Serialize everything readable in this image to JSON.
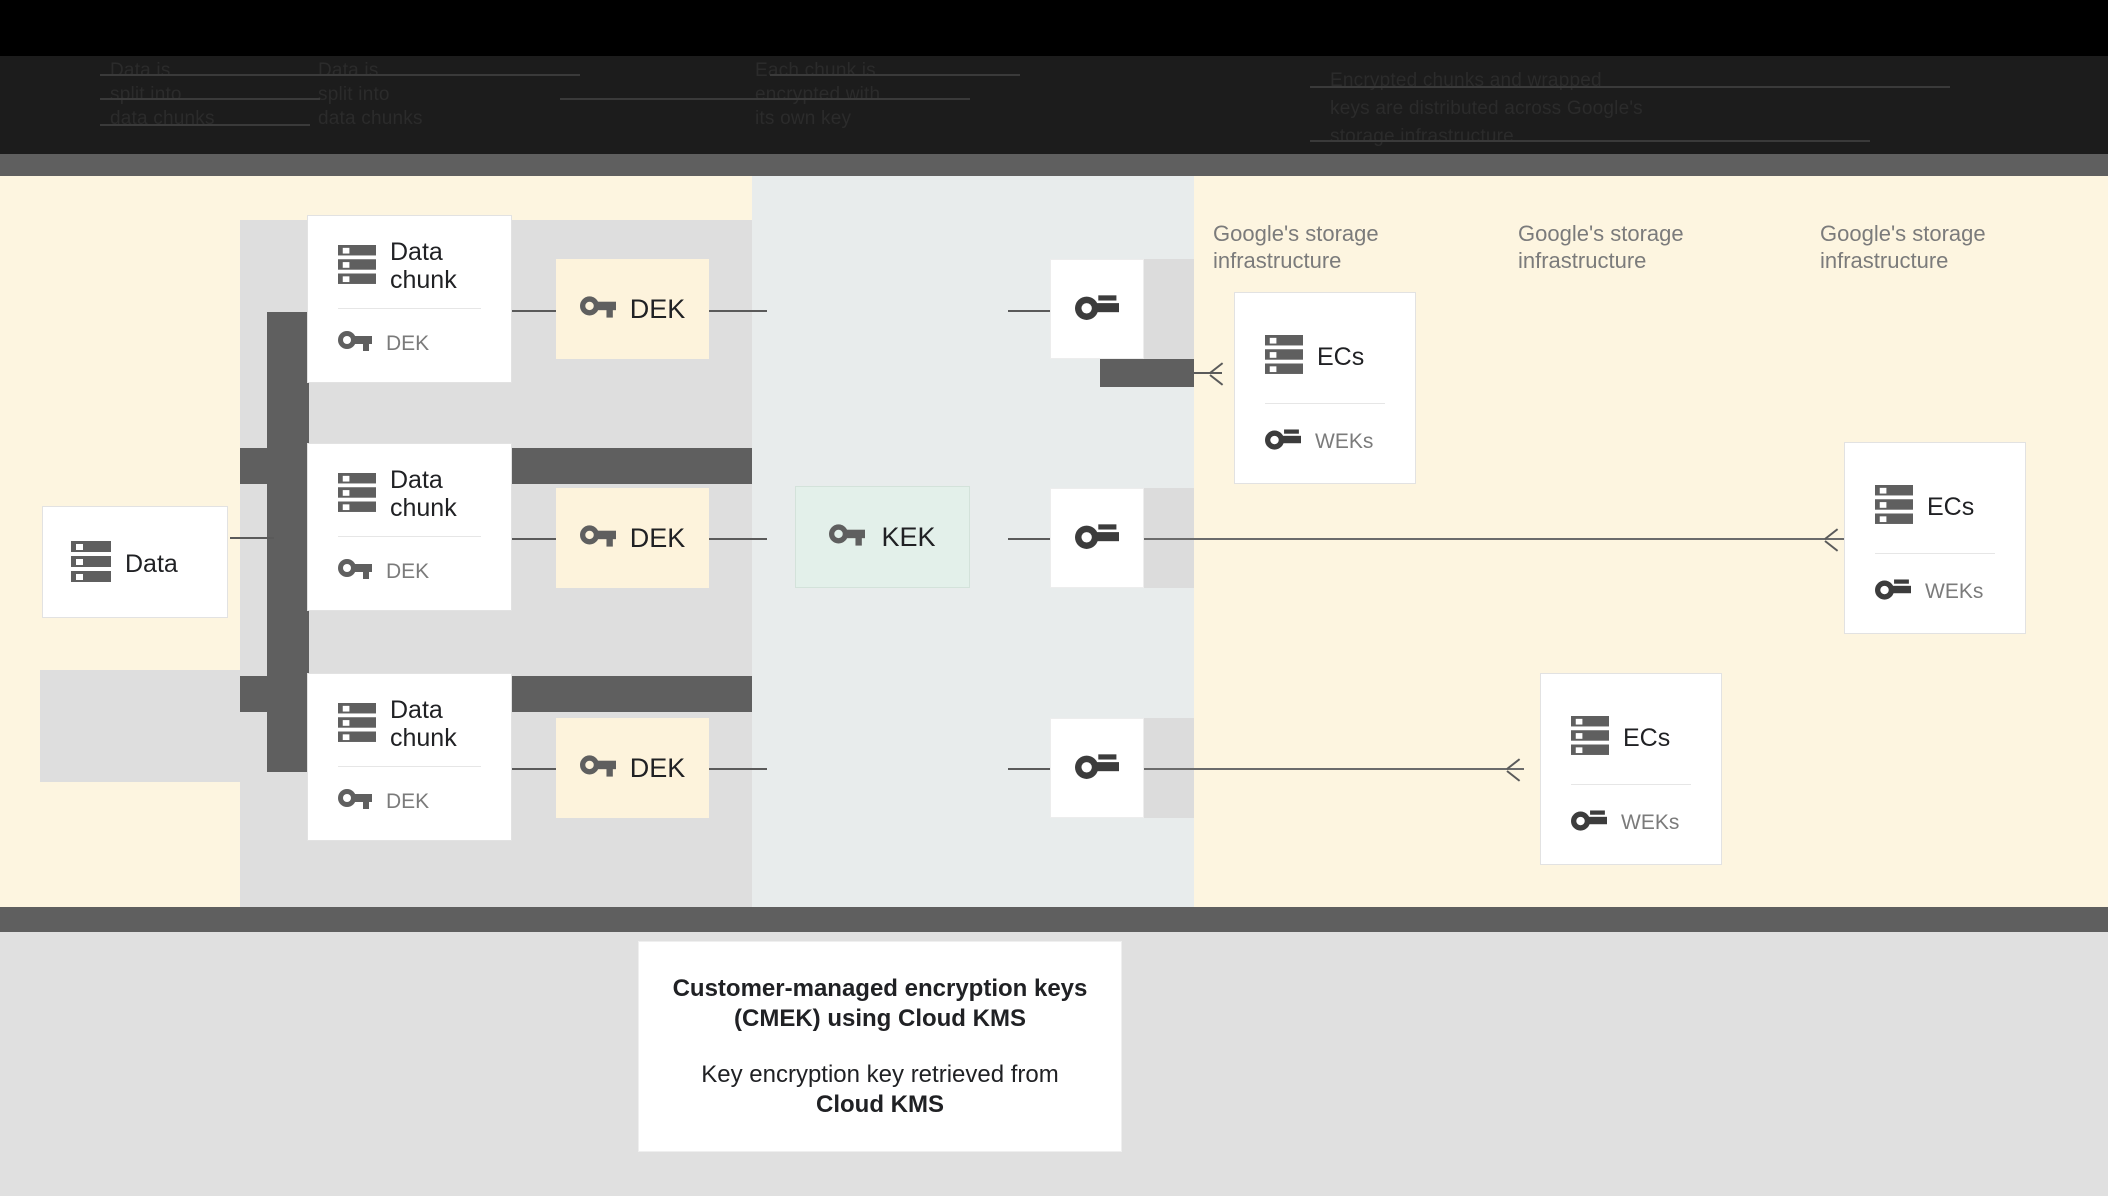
{
  "header": {
    "obscured": true,
    "lines": [
      "Data is",
      "split into",
      "data chunks",
      "Each chunk is",
      "encrypted with",
      "its own key",
      "Encrypted chunks and wrapped",
      "keys are distributed across Google's",
      "storage infrastructure"
    ]
  },
  "diagram": {
    "source": {
      "label": "Data",
      "icon": "server-icon"
    },
    "chunks": [
      {
        "title": "Data chunk",
        "key_label": "DEK",
        "key_icon": "key-icon",
        "icon": "server-icon"
      },
      {
        "title": "Data chunk",
        "key_label": "DEK",
        "key_icon": "key-icon",
        "icon": "server-icon"
      },
      {
        "title": "Data chunk",
        "key_label": "DEK",
        "key_icon": "key-icon",
        "icon": "server-icon"
      }
    ],
    "deks": [
      {
        "label": "DEK",
        "icon": "key-icon"
      },
      {
        "label": "DEK",
        "icon": "key-icon"
      },
      {
        "label": "DEK",
        "icon": "key-icon"
      }
    ],
    "kek": {
      "label": "KEK",
      "icon": "key-icon"
    },
    "wrapped_keys": [
      {
        "icon": "key-icon"
      },
      {
        "icon": "key-icon"
      },
      {
        "icon": "key-icon"
      }
    ],
    "storage_captions": [
      "Google's storage\ninfrastructure",
      "Google's storage\ninfrastructure",
      "Google's storage\ninfrastructure"
    ],
    "storage_cards": [
      {
        "title": "ECs",
        "key_label": "WEKs",
        "icon": "server-icon",
        "key_icon": "key-icon"
      },
      {
        "title": "ECs",
        "key_label": "WEKs",
        "icon": "server-icon",
        "key_icon": "key-icon"
      },
      {
        "title": "ECs",
        "key_label": "WEKs",
        "icon": "server-icon",
        "key_icon": "key-icon"
      }
    ]
  },
  "caption": {
    "title_line1": "Customer-managed encryption keys",
    "title_line2": "(CMEK) using Cloud KMS",
    "body_line1": "Key encryption key retrieved from",
    "body_line2": "Cloud KMS"
  },
  "colors": {
    "cream": "#fdf5e0",
    "mint": "#e3f0ea",
    "panel_gray_blue": "#e8ecec",
    "lane_gray": "#dedede",
    "dark_gray": "#5f5f5f",
    "chip_yellow": "#fdf3dc",
    "text": "#202124",
    "muted_text": "#7b7b7b"
  }
}
